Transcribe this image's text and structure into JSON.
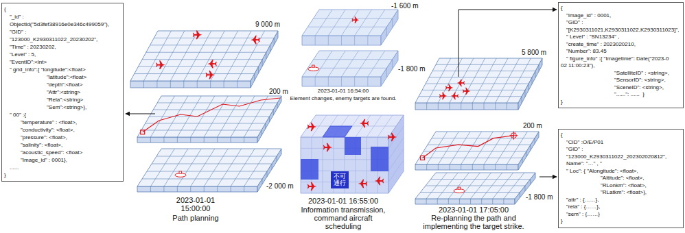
{
  "diagram": {
    "nodes": [
      {
        "text": [
          "{",
          "\"_id\" :",
          "ObjectId(\"5d3fef38916e0e346c499059\"),",
          "\"GID\" :",
          "\"123000_K2930311022_20230202\",",
          "\"Time\" : 20230202,",
          "\"Level\" : 5,",
          "\"EventID\":<int>",
          "\" grid_info\":{ \"longitude\":<float>",
          "\"latitude\":<float>",
          "\"depth\":<float>",
          "\"Attr\":<string>",
          "\"Rela\":<string>",
          "\"Sem\":<string>},",
          "\" 00\" :{",
          "\"temperature\" : <float>,",
          "\"conductivity\": <float>,",
          "\"pressure\": <float>,",
          "\"salinity\": <float>,",
          "\"acoustic_speed\": <float>",
          "\"Image_id\" : 0001},",
          "......",
          "}"
        ]
      },
      {
        "text": [
          "不可通行"
        ]
      },
      {
        "text": [
          "{",
          "\"Image_id\" : 0001,",
          "\"GID\" :",
          "\"[K2930311021,K2930311022,K2930311023]\",",
          "\" Level\" : \"SN13234\" ,",
          "\"create_time\" : 2023020210,",
          "\"Number\": 83.45",
          "\" figure_info\" :{ \"Imagetime\": Date(\"2023-0",
          "02 11:00:23\"),",
          "\"SatelliteID\" : <string>,",
          "\"SensorID\": <string>,",
          "\"SceneID\": <string>,",
          "\"......\": ......  }",
          "}"
        ]
      },
      {
        "text": [
          "{",
          "\"CID\" :O/E/P01",
          "\"GID\" :",
          "\"123000_K2930311022_202302020812\",",
          "Name\": \"…\" , \"",
          "\" Loc\": { \"Alongitude\": <float>,",
          "\"Altitude\": <float>,",
          "\"RLonkm\": <float>,",
          "\"RLatkm\": <float>},",
          "\"attr\" : {……},",
          "\"rela\" : {……},",
          "\"sem\" : {……}",
          "}"
        ]
      }
    ],
    "labels": [
      "9 000 m",
      "200 m",
      "-2 000 m",
      "-1 600 m",
      "-1 800 m",
      "2023-01-01 16:54:00",
      "Element changes, enemy targets are found.",
      "5 800 m",
      "200 m",
      "-1 800 m",
      "2023-01-01 15:00:00",
      "Path planning",
      "2023-01-01 16:55:00",
      "Information transmission, command aircraft scheduling",
      "2023-01-01 17:05:00",
      "Re-planning the path and implementing the target strike."
    ]
  }
}
